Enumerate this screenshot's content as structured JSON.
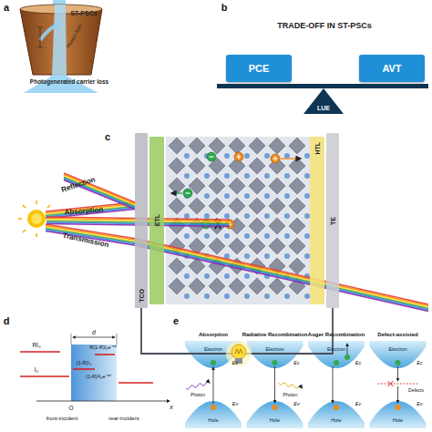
{
  "diagram": {
    "nodes": [
      {
        "text": [
          "PCE"
        ]
      },
      {
        "text": [
          "AVT"
        ]
      },
      {
        "text": [
          "LUE"
        ]
      },
      {
        "text": [
          "TCO"
        ]
      },
      {
        "text": [
          "ETL"
        ]
      },
      {
        "text": [
          "HTL"
        ]
      },
      {
        "text": [
          "TE"
        ]
      }
    ],
    "edges": [
      {
        "from": 3,
        "to": 6,
        "arrow": "none"
      }
    ],
    "labels": [
      "a",
      "ST-PSCs",
      "Photon loss",
      "Photogenerated carrier loss",
      "b",
      "TRADE-OFF IN ST-PSCs",
      "c",
      "Reflection",
      "Absorption",
      "Transmission",
      "d",
      "d",
      "RI₀",
      "R(1-R)I₀e⁻ᵅᵈ",
      "(1-R)I₀",
      "(1-R)²I₀e⁻ᵅᵈ",
      "I₀",
      "O",
      "x",
      "front-incident",
      "rear-incident",
      "e",
      "Absorption",
      "Radiative Recombination",
      "Auger Recombination",
      "Defect-assisted",
      "Electron",
      "Ec",
      "Ev",
      "Hole",
      "Electron",
      "Ec",
      "Ev",
      "Hole",
      "Electron",
      "Ec",
      "Ev",
      "Hole",
      "Electron",
      "Ec",
      "Ev",
      "Hole",
      "Photon",
      "Photon",
      "Defects"
    ]
  }
}
